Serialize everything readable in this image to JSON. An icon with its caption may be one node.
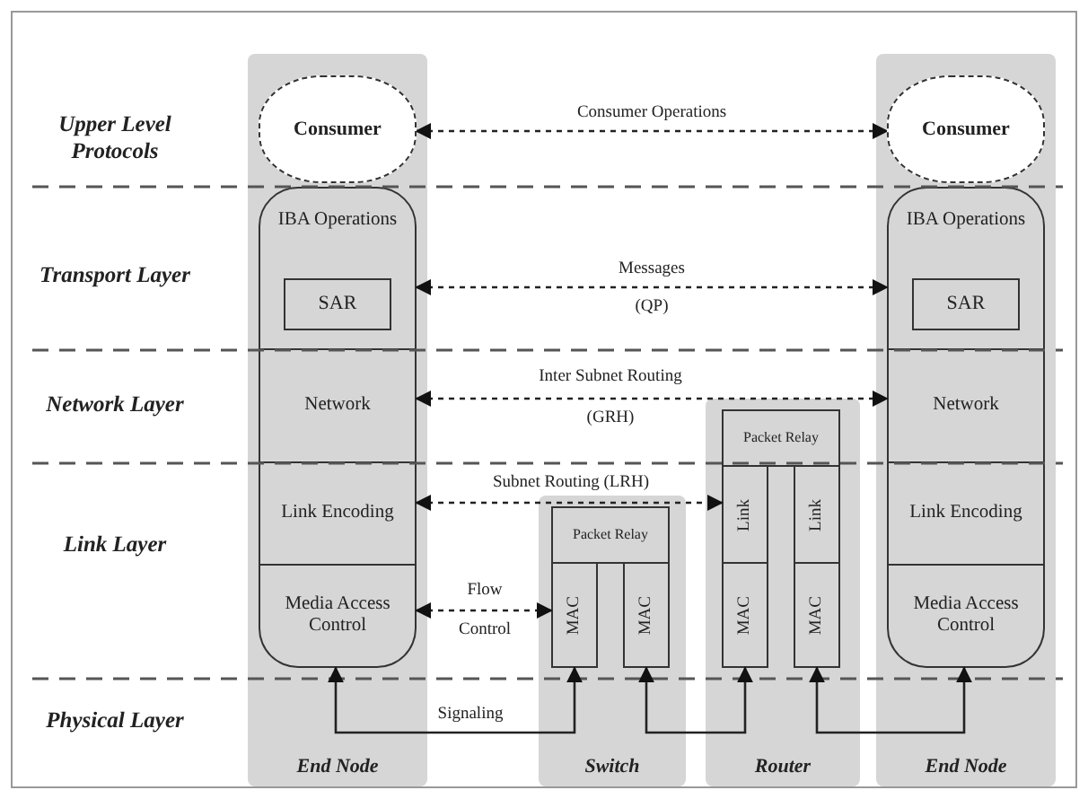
{
  "diagram": {
    "nodes": [
      {
        "text": [
          "End Node"
        ]
      },
      {
        "text": [
          "Consumer"
        ],
        "in": 0
      },
      {
        "text": [
          "IBA Operations"
        ],
        "in": 0
      },
      {
        "text": [
          "SAR"
        ],
        "in": 2
      },
      {
        "text": [
          "Network"
        ],
        "in": 0
      },
      {
        "text": [
          "Link Encoding"
        ],
        "in": 0
      },
      {
        "text": [
          "Media Access Control"
        ],
        "in": 0
      },
      {
        "text": [
          "Switch"
        ]
      },
      {
        "text": [
          "Packet Relay"
        ],
        "in": 7
      },
      {
        "text": [
          "MAC"
        ],
        "in": 7
      },
      {
        "text": [
          "MAC"
        ],
        "in": 7
      },
      {
        "text": [
          "Router"
        ]
      },
      {
        "text": [
          "Packet Relay"
        ],
        "in": 11
      },
      {
        "text": [
          "Link"
        ],
        "in": 11
      },
      {
        "text": [
          "Link"
        ],
        "in": 11
      },
      {
        "text": [
          "MAC"
        ],
        "in": 11
      },
      {
        "text": [
          "MAC"
        ],
        "in": 11
      },
      {
        "text": [
          "End Node"
        ]
      },
      {
        "text": [
          "Consumer"
        ],
        "in": 17
      },
      {
        "text": [
          "IBA Operations"
        ],
        "in": 17
      },
      {
        "text": [
          "SAR"
        ],
        "in": 19
      },
      {
        "text": [
          "Network"
        ],
        "in": 17
      },
      {
        "text": [
          "Link Encoding"
        ],
        "in": 17
      },
      {
        "text": [
          "Media Access Control"
        ],
        "in": 17
      }
    ],
    "edges": [
      {
        "from": 1,
        "to": 18,
        "arrow": "both",
        "label": "Consumer Operations",
        "style": "dashed"
      },
      {
        "from": 2,
        "to": 19,
        "arrow": "both",
        "label": "Messages",
        "style": "dashed"
      },
      {
        "from": 4,
        "to": 21,
        "arrow": "both",
        "label": "Inter Subnet Routing",
        "style": "dashed"
      },
      {
        "from": 5,
        "to": 13,
        "arrow": "both",
        "label": "Subnet Routing (LRH)",
        "style": "dashed"
      },
      {
        "from": 6,
        "to": 9,
        "arrow": "both",
        "label": "Flow",
        "style": "dashed"
      },
      {
        "from": 6,
        "to": 9,
        "arrow": "both",
        "label": "Signaling"
      },
      {
        "from": 10,
        "to": 15,
        "arrow": "both"
      },
      {
        "from": 16,
        "to": 23,
        "arrow": "both"
      }
    ],
    "labels": [
      "Upper Level Protocols",
      "Transport Layer",
      "Network Layer",
      "Link Layer",
      "Physical Layer",
      "(QP)",
      "(GRH)",
      "Control"
    ]
  }
}
